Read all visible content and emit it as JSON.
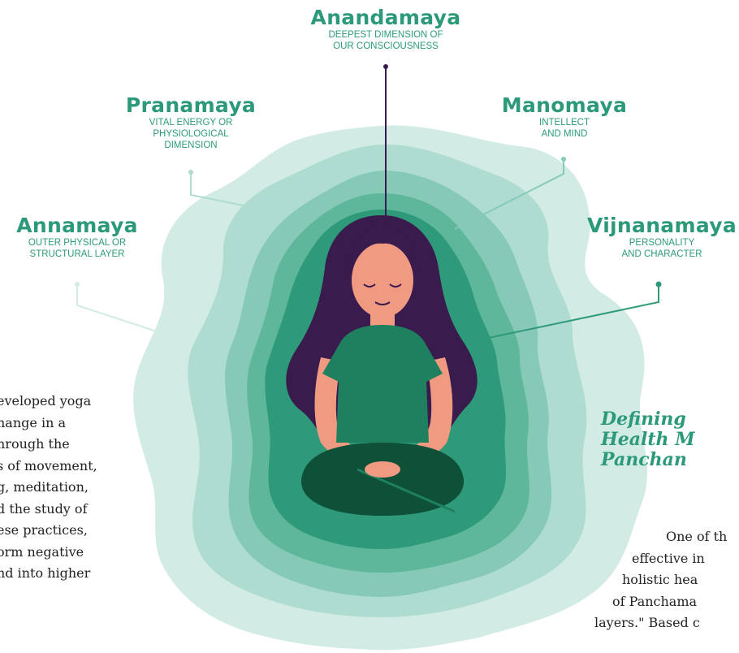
{
  "layers": [
    {
      "name": "Anandamaya",
      "description_lines": [
        "DEEPEST DIMENSION OF",
        "OUR CONSCIOUSNESS"
      ]
    },
    {
      "name": "Pranamaya",
      "description_lines": [
        "VITAL ENERGY OR",
        "PHYSIOLOGICAL",
        "DIMENSION"
      ]
    },
    {
      "name": "Manomaya",
      "description_lines": [
        "INTELLECT",
        "AND MIND"
      ]
    },
    {
      "name": "Annamaya",
      "description_lines": [
        "OUTER PHYSICAL OR",
        "STRUCTURAL LAYER"
      ]
    },
    {
      "name": "Vijnanamaya",
      "description_lines": [
        "PERSONALITY",
        "AND CHARACTER"
      ]
    }
  ],
  "left_text_lines": [
    "eveloped yoga",
    "hange in a",
    "hrough the",
    "s of movement,",
    "g, meditation,",
    "d the study of",
    "ese practices,",
    "orm negative",
    "nd into higher"
  ],
  "right_heading_lines": [
    "Defining",
    "Health M",
    "Panchan"
  ],
  "right_text_lines": [
    "One of th",
    "effective in",
    "holistic hea",
    "of Panchama",
    "layers.\" Based c"
  ],
  "colors": {
    "layer_outer": "#d2ebe4",
    "layer_2": "#afdcd0",
    "layer_3": "#86c9b7",
    "layer_4": "#5eb69b",
    "layer_inner": "#2f9a7a",
    "label": "#2c9a7a",
    "hair": "#3a1b4d",
    "skin": "#f19a82",
    "shirt": "#1f8060",
    "legs": "#0f5138"
  }
}
